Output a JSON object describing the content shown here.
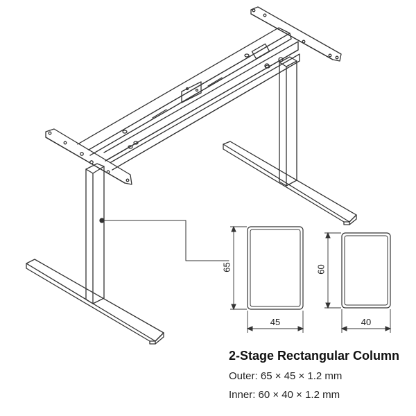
{
  "diagram": {
    "title": "2-Stage Rectangular Column",
    "outer_spec": "Outer: 65 × 45 × 1.2 mm",
    "inner_spec": "Inner: 60 × 40 × 1.2 mm"
  },
  "outer_section": {
    "height_label": "65",
    "width_label": "45"
  },
  "inner_section": {
    "height_label": "60",
    "width_label": "40"
  },
  "colors": {
    "line": "#333333",
    "background": "#ffffff"
  }
}
